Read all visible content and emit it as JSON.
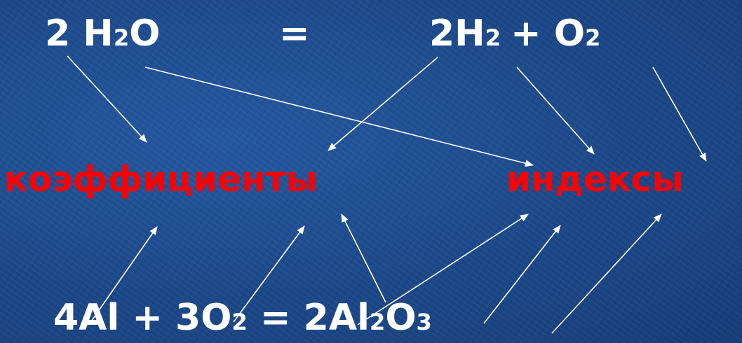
{
  "slide": {
    "equation1": {
      "left": "2 H",
      "left_sub": "2",
      "left_rest": "O",
      "equals": "=",
      "right_a": "2H",
      "right_a_sub": "2",
      "plus": "+ O",
      "right_b_sub": "2"
    },
    "labels": {
      "coefficients": "коэффициенты",
      "indices": "индексы"
    },
    "equation2": {
      "part1": "4Al + 3O",
      "sub1": "2",
      "part2": " = 2Al",
      "sub2": "2",
      "part3": "O",
      "sub3": "3"
    },
    "colors": {
      "background": "#1d4a8e",
      "equation_text": "#ffffff",
      "label_text": "#ff0000",
      "arrow": "#ffffff"
    }
  }
}
